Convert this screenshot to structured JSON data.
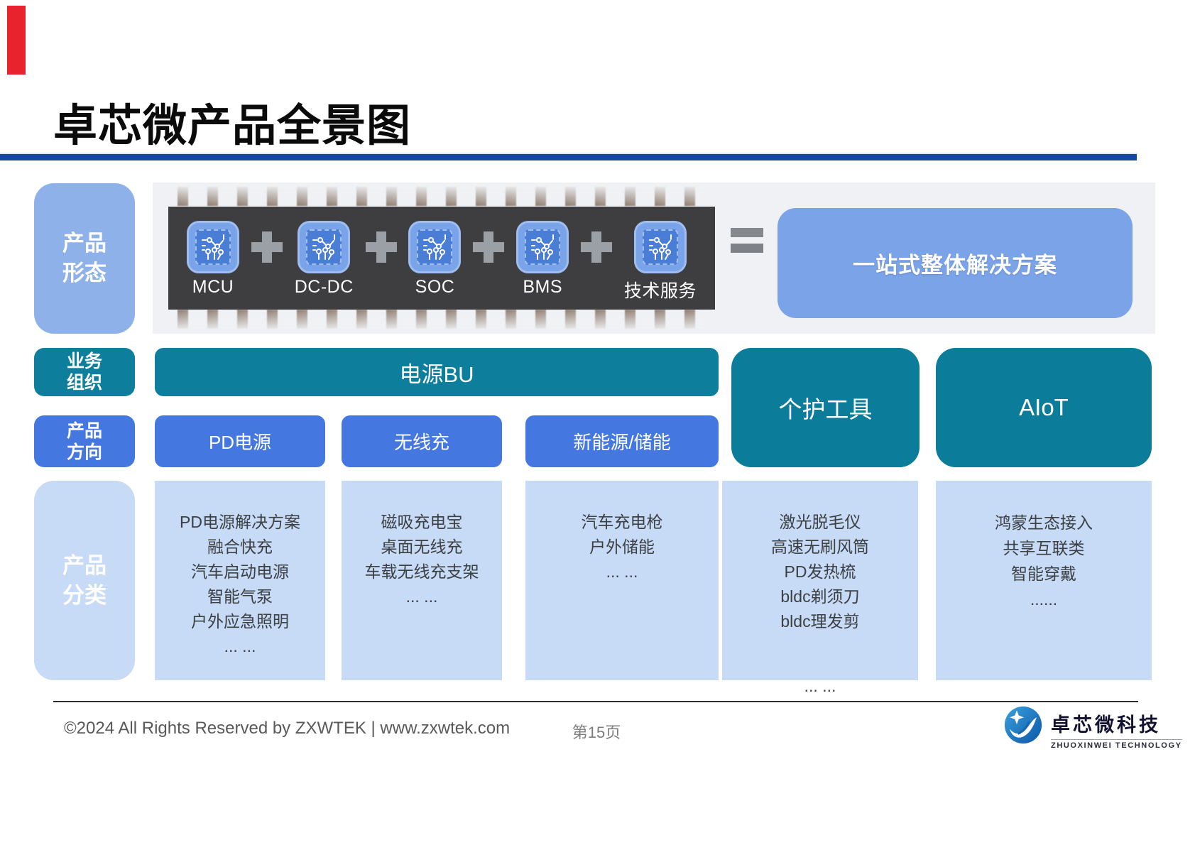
{
  "slide": {
    "title": "卓芯微产品全景图"
  },
  "rows": {
    "form": {
      "line1": "产品",
      "line2": "形态"
    },
    "business": {
      "line1": "业务",
      "line2": "组织"
    },
    "direction": {
      "line1": "产品",
      "line2": "方向"
    },
    "categories": {
      "line1": "产品",
      "line2": "分类"
    }
  },
  "chips": {
    "items": [
      {
        "label": "MCU"
      },
      {
        "label": "DC-DC"
      },
      {
        "label": "SOC"
      },
      {
        "label": "BMS"
      },
      {
        "label": "技术服务"
      }
    ],
    "solution": "一站式整体解决方案"
  },
  "business_units": {
    "power_bu": "电源BU",
    "personal_care": "个护工具",
    "aiot": "AIoT"
  },
  "direction": {
    "items": [
      "PD电源",
      "无线充",
      "新能源/储能"
    ]
  },
  "categories": {
    "columns": [
      [
        "PD电源解决方案",
        "融合快充",
        "汽车启动电源",
        "智能气泵",
        "户外应急照明",
        "... ..."
      ],
      [
        "磁吸充电宝",
        "桌面无线充",
        "车载无线充支架",
        "... ..."
      ],
      [
        "汽车充电枪",
        "户外储能",
        "... ..."
      ],
      [
        "激光脱毛仪",
        "高速无刷风筒",
        "PD发热梳",
        "bldc剃须刀",
        "bldc理发剪"
      ],
      [
        "鸿蒙生态接入",
        "共享互联类",
        "智能穿戴",
        "......"
      ]
    ],
    "col4_more": "... ..."
  },
  "footer": {
    "copyright": "©2024 All Rights Reserved by ZXWTEK | www.zxwtek.com",
    "page": "第15页",
    "logo_name": "卓芯微科技",
    "logo_sub": "ZHUOXINWEI TECHNOLOGY"
  },
  "colors": {
    "accent_red": "#e8232e",
    "title_rule_navy": "#1446a2",
    "teal": "#0d7e9b",
    "blue": "#4478e0",
    "label_light_blue": "#8fb1e9",
    "pale_blue": "#c7daf6",
    "solution_blue": "#7ba3e8",
    "chip_body_gray": "#3e3e40",
    "band_gray": "#eff1f4"
  }
}
